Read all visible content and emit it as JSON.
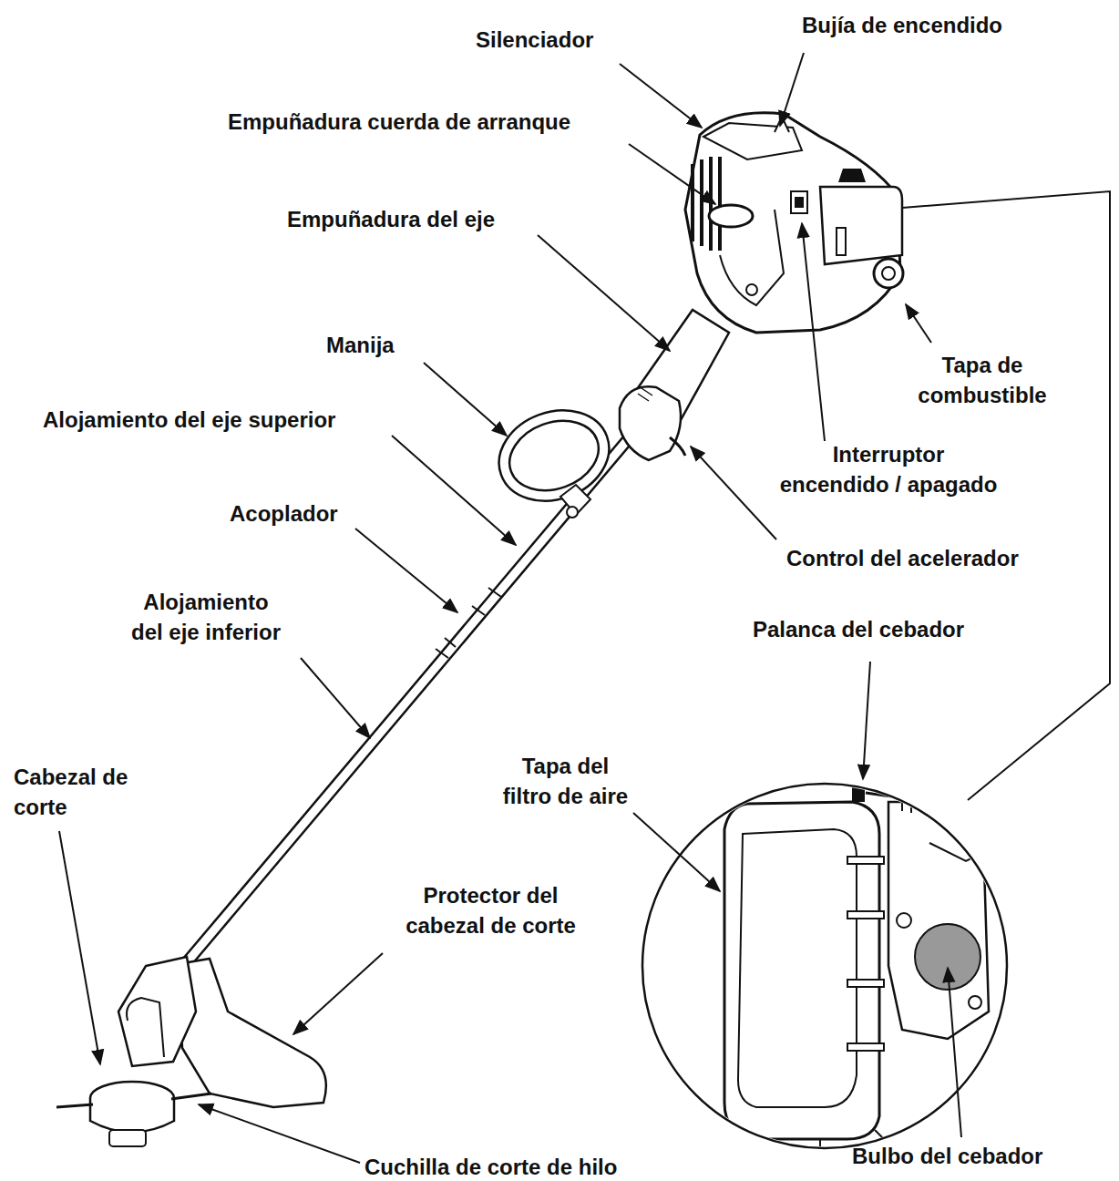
{
  "diagram": {
    "labels": [
      "Silenciador",
      "Bujía de encendido",
      "Empuñadura cuerda de arranque",
      "Empuñadura del eje",
      "Manija",
      "Tapa de combustible",
      "Alojamiento del eje superior",
      "Interruptor encendido / apagado",
      "Acoplador",
      "Control del acelerador",
      "Alojamiento del eje inferior",
      "Palanca del cebador",
      "Cabezal de corte",
      "Tapa del filtro de aire",
      "Protector del cabezal de corte",
      "Cuchilla de corte de hilo",
      "Bulbo del cebador"
    ]
  }
}
